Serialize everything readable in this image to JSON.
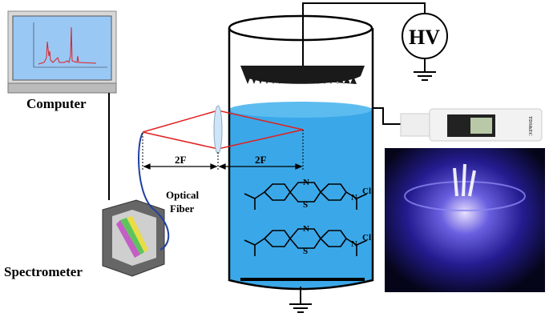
{
  "labels": {
    "computer": "Computer",
    "spectrometer": "Spectrometer",
    "optical_fiber_1": "Optical",
    "optical_fiber_2": "Fiber",
    "focal_left": "2F",
    "focal_right": "2F",
    "hv": "HV",
    "cl1": "Cl",
    "cl2": "Cl",
    "n_top": "N",
    "s_top": "S",
    "n_plus_top": "N",
    "n_bottom": "N",
    "s_bottom": "S",
    "n_plus_bottom": "N",
    "meter_brand": "TDS&EC"
  },
  "colors": {
    "liquid": "#3aa8e8",
    "beam": "#e02020",
    "fiber": "#2040a0",
    "plasma": "#1a1a6a"
  }
}
